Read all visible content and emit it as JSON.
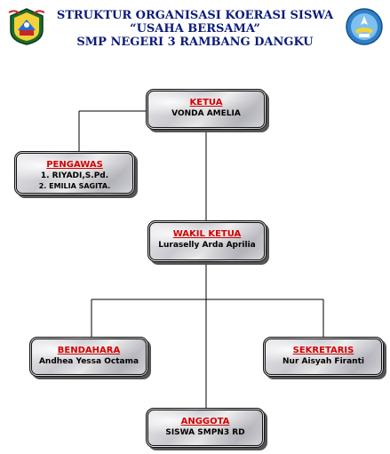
{
  "header": {
    "line1": "STRUKTUR ORGANISASI KOERASI SISWA",
    "line2": "“USAHA BERSAMA”",
    "line3": "SMP NEGERI 3 RAMBANG DANGKU"
  },
  "logos": {
    "left": "regency-emblem-icon",
    "right": "tut-wuri-handayani-icon"
  },
  "nodes": {
    "ketua": {
      "title": "KETUA",
      "members": [
        "VONDA AMELIA"
      ]
    },
    "pengawas": {
      "title": "PENGAWAS",
      "members": [
        "1. RIYADI,S.Pd.",
        "2.  EMILIA SAGITA."
      ]
    },
    "wakil": {
      "title": "WAKIL KETUA",
      "members": [
        "Luraselly Arda Aprilia"
      ]
    },
    "bendahara": {
      "title": "BENDAHARA",
      "members": [
        "Andhea Yessa Octama"
      ]
    },
    "sekretaris": {
      "title": "SEKRETARIS",
      "members": [
        "Nur Aisyah Firanti"
      ]
    },
    "anggota": {
      "title": "ANGGOTA",
      "members": [
        "SISWA SMPN3 RD"
      ]
    }
  },
  "colors": {
    "title_text": "#0b1b7a",
    "node_title": "#d40000"
  }
}
